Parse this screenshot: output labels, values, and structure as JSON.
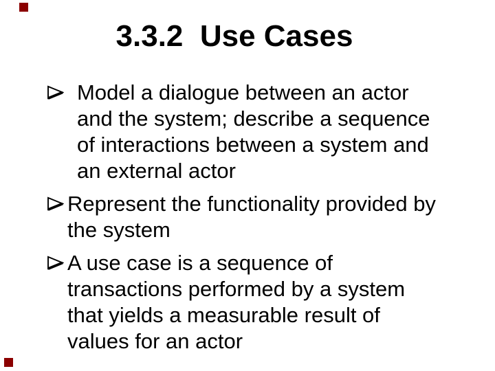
{
  "slide": {
    "title": "3.3.2  Use Cases",
    "bullets": [
      {
        "lines": [
          "Model a dialogue between an actor",
          "and the system; describe a sequence",
          "of interactions between a system and",
          "an external actor"
        ]
      },
      {
        "lines": [
          "Represent the functionality provided by",
          "the system"
        ]
      },
      {
        "lines": [
          "A use case is a sequence of",
          "transactions performed by a system",
          "that yields a measurable result of",
          "values for an actor"
        ]
      }
    ],
    "bullet_glyph": "➢"
  },
  "icons": {
    "bullet": "arrow-bullet-icon"
  },
  "colors": {
    "background": "#ffffff",
    "text": "#000000",
    "corner_marker": "#8B0000"
  }
}
